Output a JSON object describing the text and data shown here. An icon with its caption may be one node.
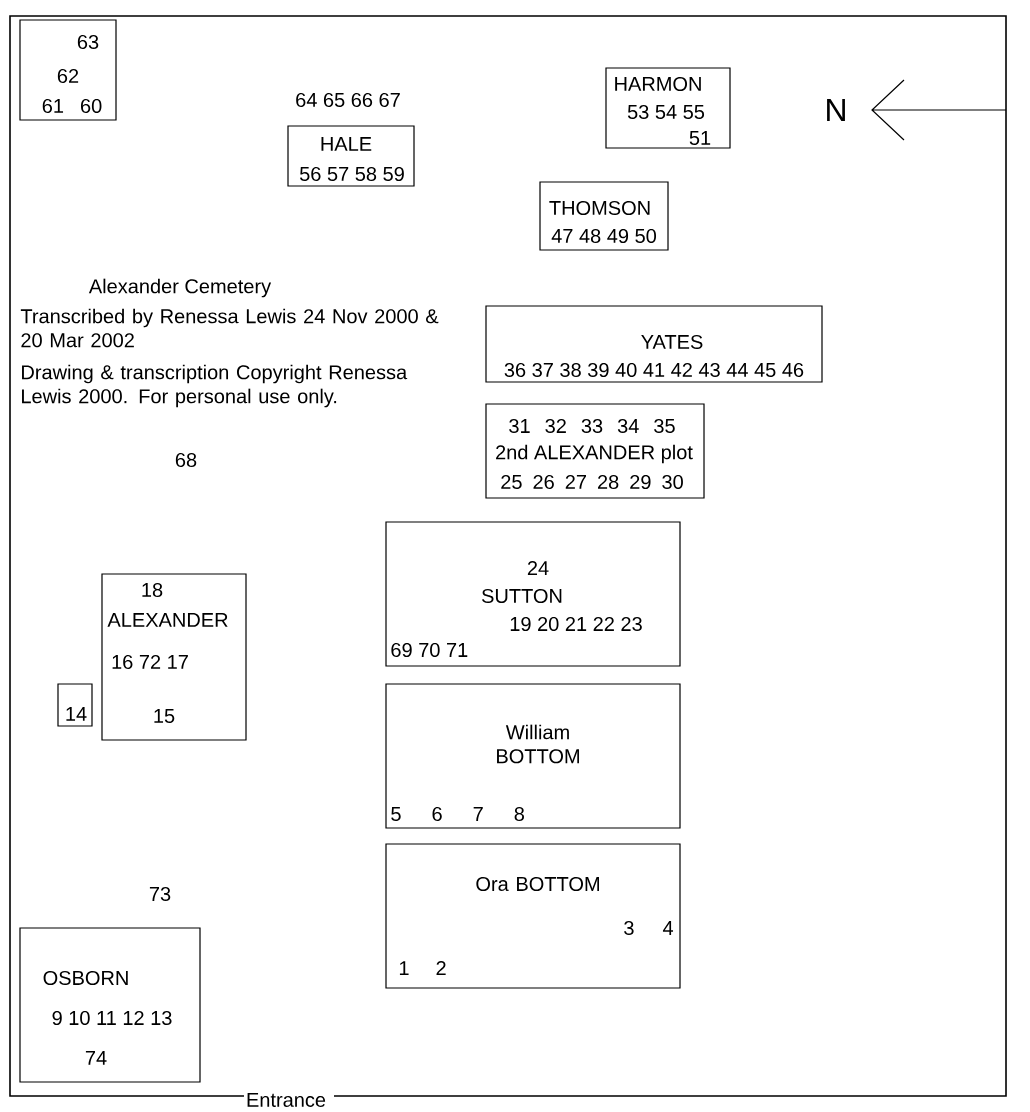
{
  "diagram": {
    "nodes": [
      {
        "text": [
          "63",
          "62",
          "61 60"
        ]
      },
      {
        "text": [
          "HALE",
          "56 57 58 59"
        ]
      },
      {
        "text": [
          "HARMON",
          "53 54 55",
          "51"
        ]
      },
      {
        "text": [
          "THOMSON",
          "47 48 49 50"
        ]
      },
      {
        "text": [
          "YATES",
          "36 37 38 39 40 41 42 43 44 45 46"
        ]
      },
      {
        "text": [
          "31 32 33 34 35",
          "2nd ALEXANDER plot",
          "25 26 27 28 29 30"
        ]
      },
      {
        "text": [
          "18",
          "ALEXANDER",
          "16 72 17",
          "15"
        ]
      },
      {
        "text": [
          "14"
        ]
      },
      {
        "text": [
          "24",
          "SUTTON",
          "19 20 21 22 23",
          "69 70 71"
        ]
      },
      {
        "text": [
          "William BOTTOM",
          "5 6 7 8"
        ]
      },
      {
        "text": [
          "Ora BOTTOM",
          "1 2",
          "3 4"
        ]
      },
      {
        "text": [
          "OSBORN",
          "9 10 11 12 13",
          "74"
        ]
      }
    ],
    "labels": [
      "64 65 66 67",
      "N",
      "Alexander Cemetery",
      "Transcribed by Renessa Lewis 24 Nov 2000 & 20 Mar 2002",
      "Drawing & transcription Copyright Renessa Lewis 2000. For personal use only.",
      "68",
      "73",
      "Entrance"
    ]
  }
}
